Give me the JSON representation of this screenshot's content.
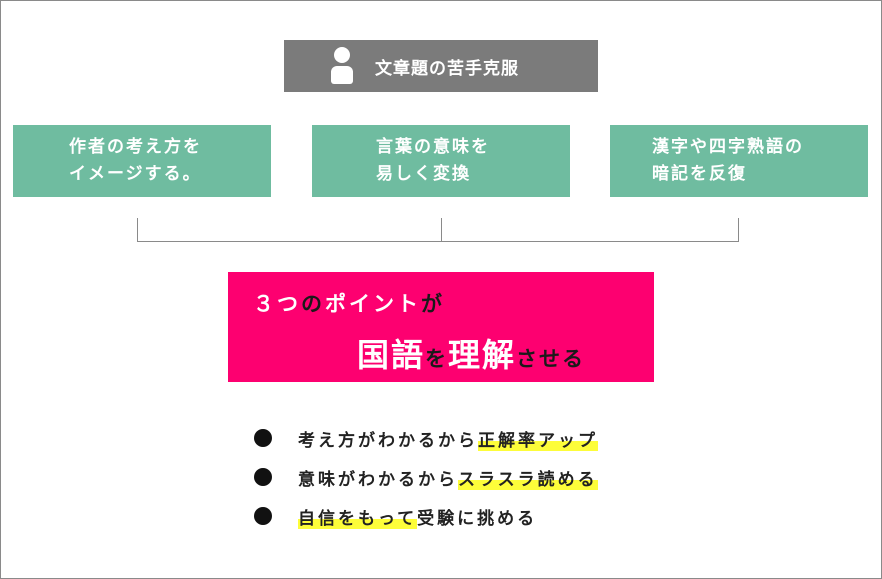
{
  "header": {
    "icon": "person-icon",
    "title": "文章題の苦手克服"
  },
  "strategies": [
    {
      "line1": "作者の考え方を",
      "line2": "イメージする。"
    },
    {
      "line1": "言葉の意味を",
      "line2": "易しく変換"
    },
    {
      "line1": "漢字や四字熟語の",
      "line2": "暗記を反復"
    }
  ],
  "summary": {
    "line1_part1": "３つ",
    "line1_part2": "の",
    "line1_part3": "ポイント",
    "line1_part4": "が",
    "line2_part1": "国語",
    "line2_part2": "を",
    "line2_part3": "理解",
    "line2_part4": "させる"
  },
  "benefits": [
    {
      "plain": "考え方がわかるから",
      "highlight": "正解率アップ",
      "after": ""
    },
    {
      "plain": "意味がわかるから",
      "highlight": "スラスラ読める",
      "after": ""
    },
    {
      "plain": "",
      "highlight": "自信をもって",
      "after": "受験に挑める"
    }
  ],
  "colors": {
    "header_bg": "#7b7b7b",
    "strategy_bg": "#6fbca0",
    "summary_bg": "#fd0070",
    "highlight": "#fdfd3a"
  }
}
